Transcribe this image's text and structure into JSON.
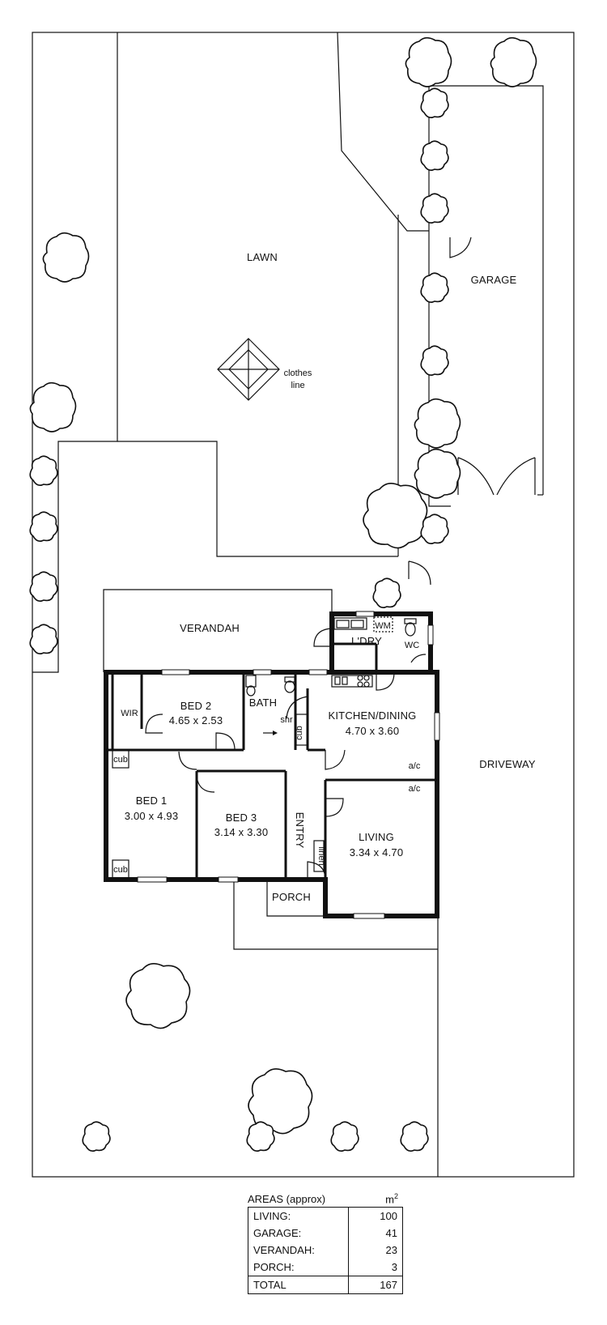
{
  "labels": {
    "lawn": "LAWN",
    "garage": "GARAGE",
    "clothes_line_1": "clothes",
    "clothes_line_2": "line",
    "verandah": "VERANDAH",
    "ldry": "L'DRY",
    "wc": "WC",
    "wm": "WM",
    "wir": "WIR",
    "bed2": "BED 2",
    "bed2_dim": "4.65 x 2.53",
    "bath": "BATH",
    "shr": "shr",
    "kitchen": "KITCHEN/DINING",
    "kitchen_dim": "4.70 x 3.60",
    "cub": "cub",
    "ac": "a/c",
    "driveway": "DRIVEWAY",
    "bed1": "BED 1",
    "bed1_dim": "3.00 x 4.93",
    "bed3": "BED 3",
    "bed3_dim": "3.14 x 3.30",
    "entry": "ENTRY",
    "linen": "linen",
    "living": "LIVING",
    "living_dim": "3.34 x 4.70",
    "porch": "PORCH"
  },
  "areas": {
    "title": "AREAS (approx)",
    "unit": "m",
    "unit_sup": "2",
    "rows": [
      {
        "label": "LIVING:",
        "value": "100"
      },
      {
        "label": "GARAGE:",
        "value": "41"
      },
      {
        "label": "VERANDAH:",
        "value": "23"
      },
      {
        "label": "PORCH:",
        "value": "3"
      }
    ],
    "total_label": "TOTAL",
    "total_value": "167"
  }
}
